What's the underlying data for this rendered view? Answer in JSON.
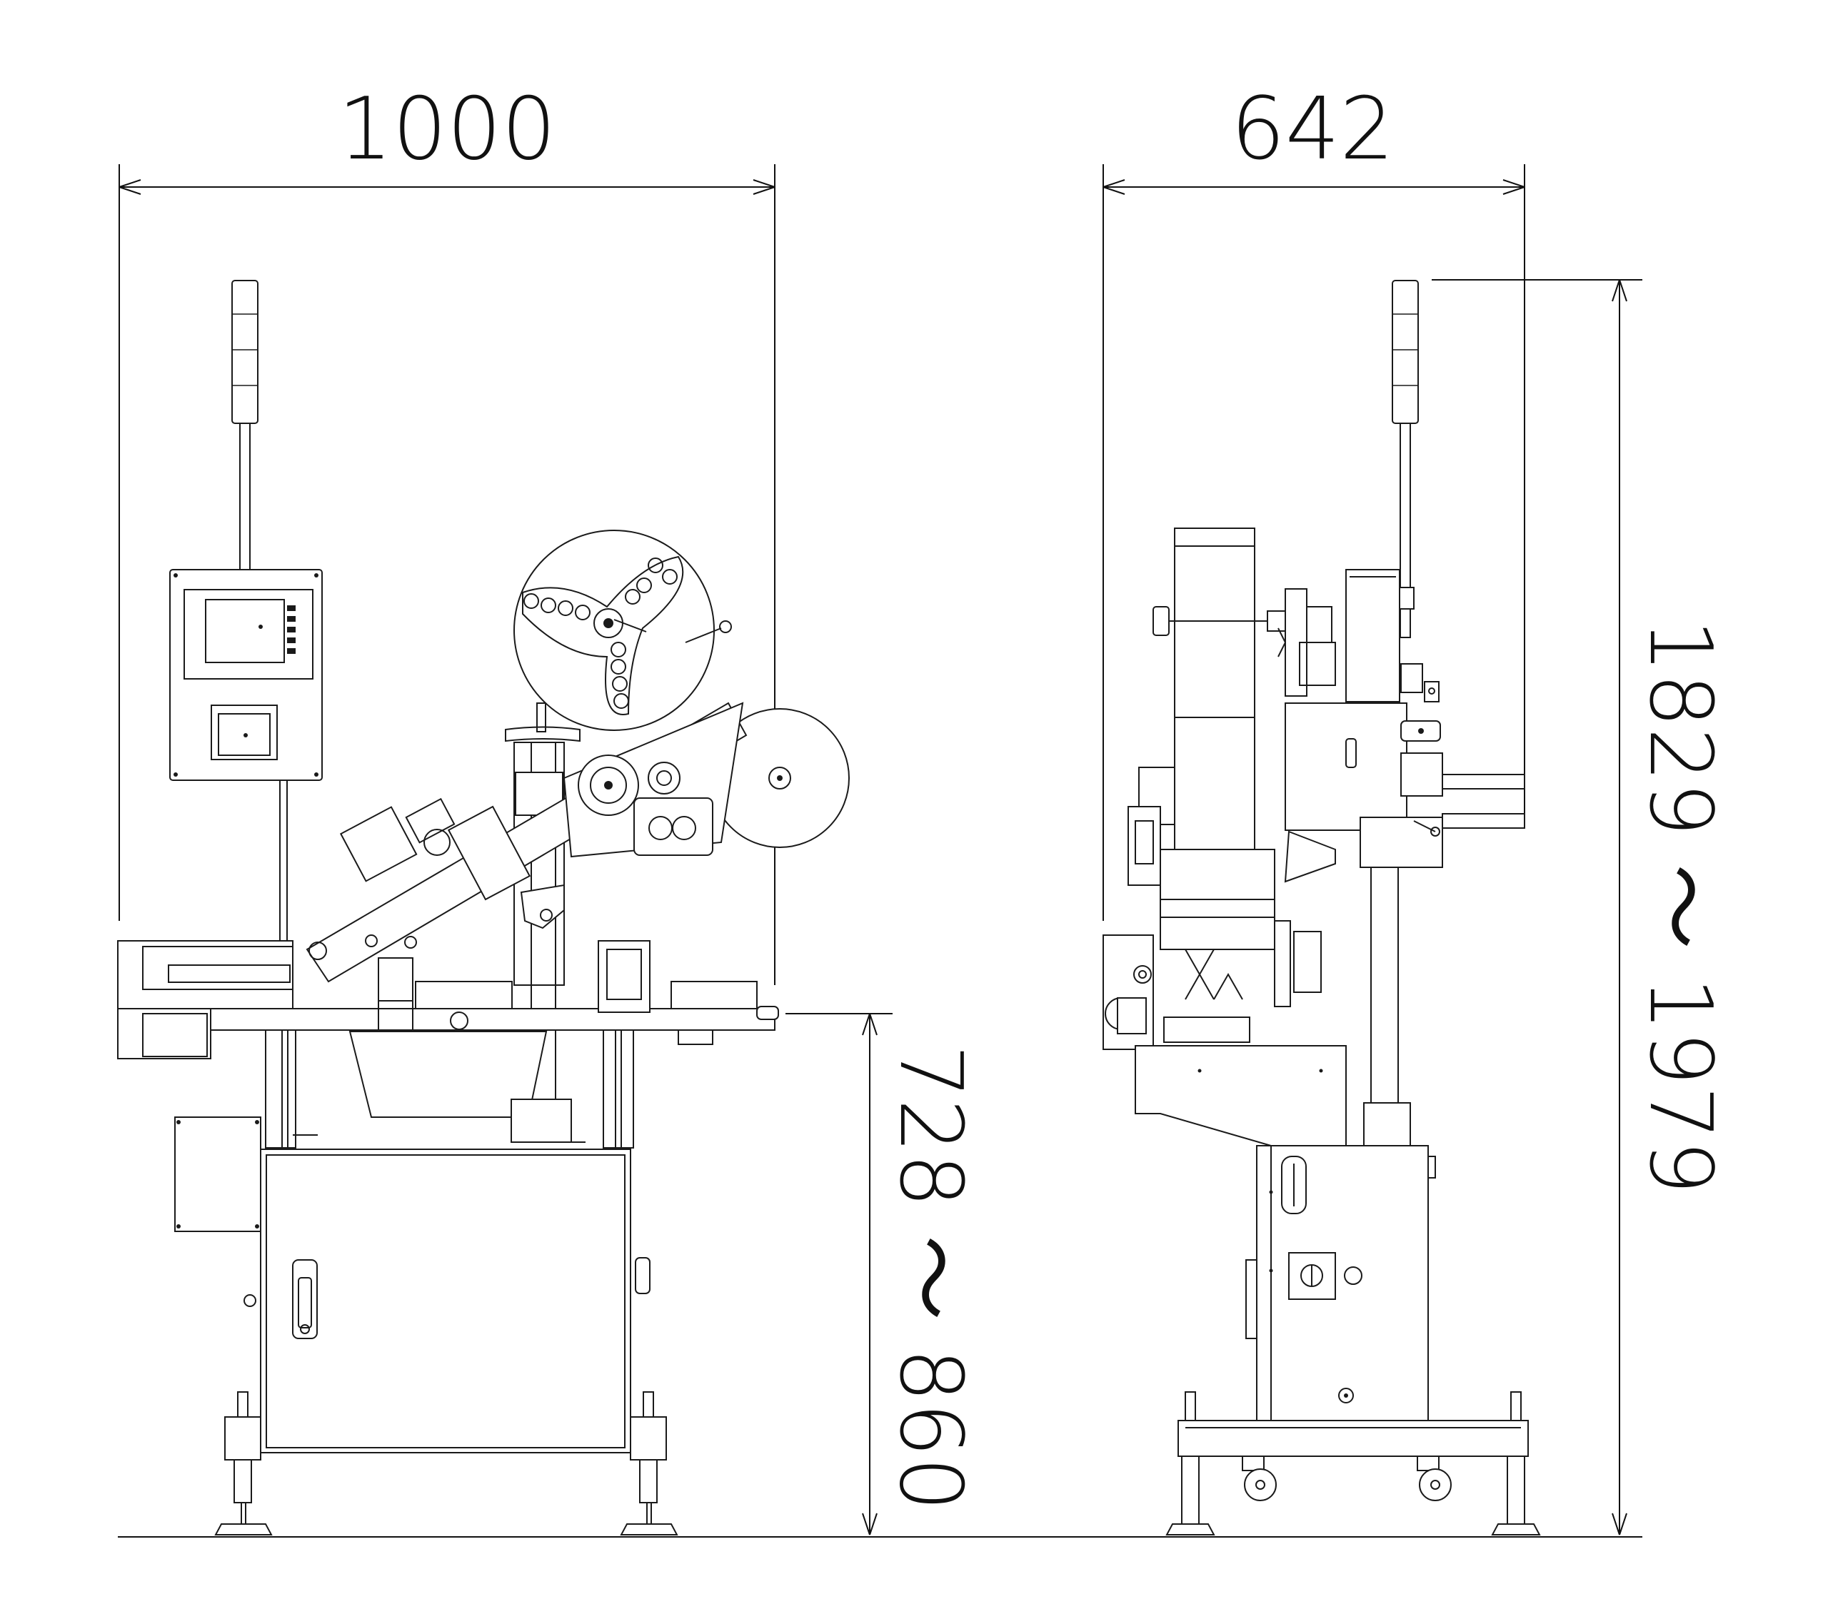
{
  "dimensions": {
    "front_width": "1000",
    "side_depth": "642",
    "table_height": "728 ～ 860",
    "total_height": "1829 ～ 1979"
  },
  "colors": {
    "line": "#1a1a1a",
    "background": "#ffffff"
  }
}
